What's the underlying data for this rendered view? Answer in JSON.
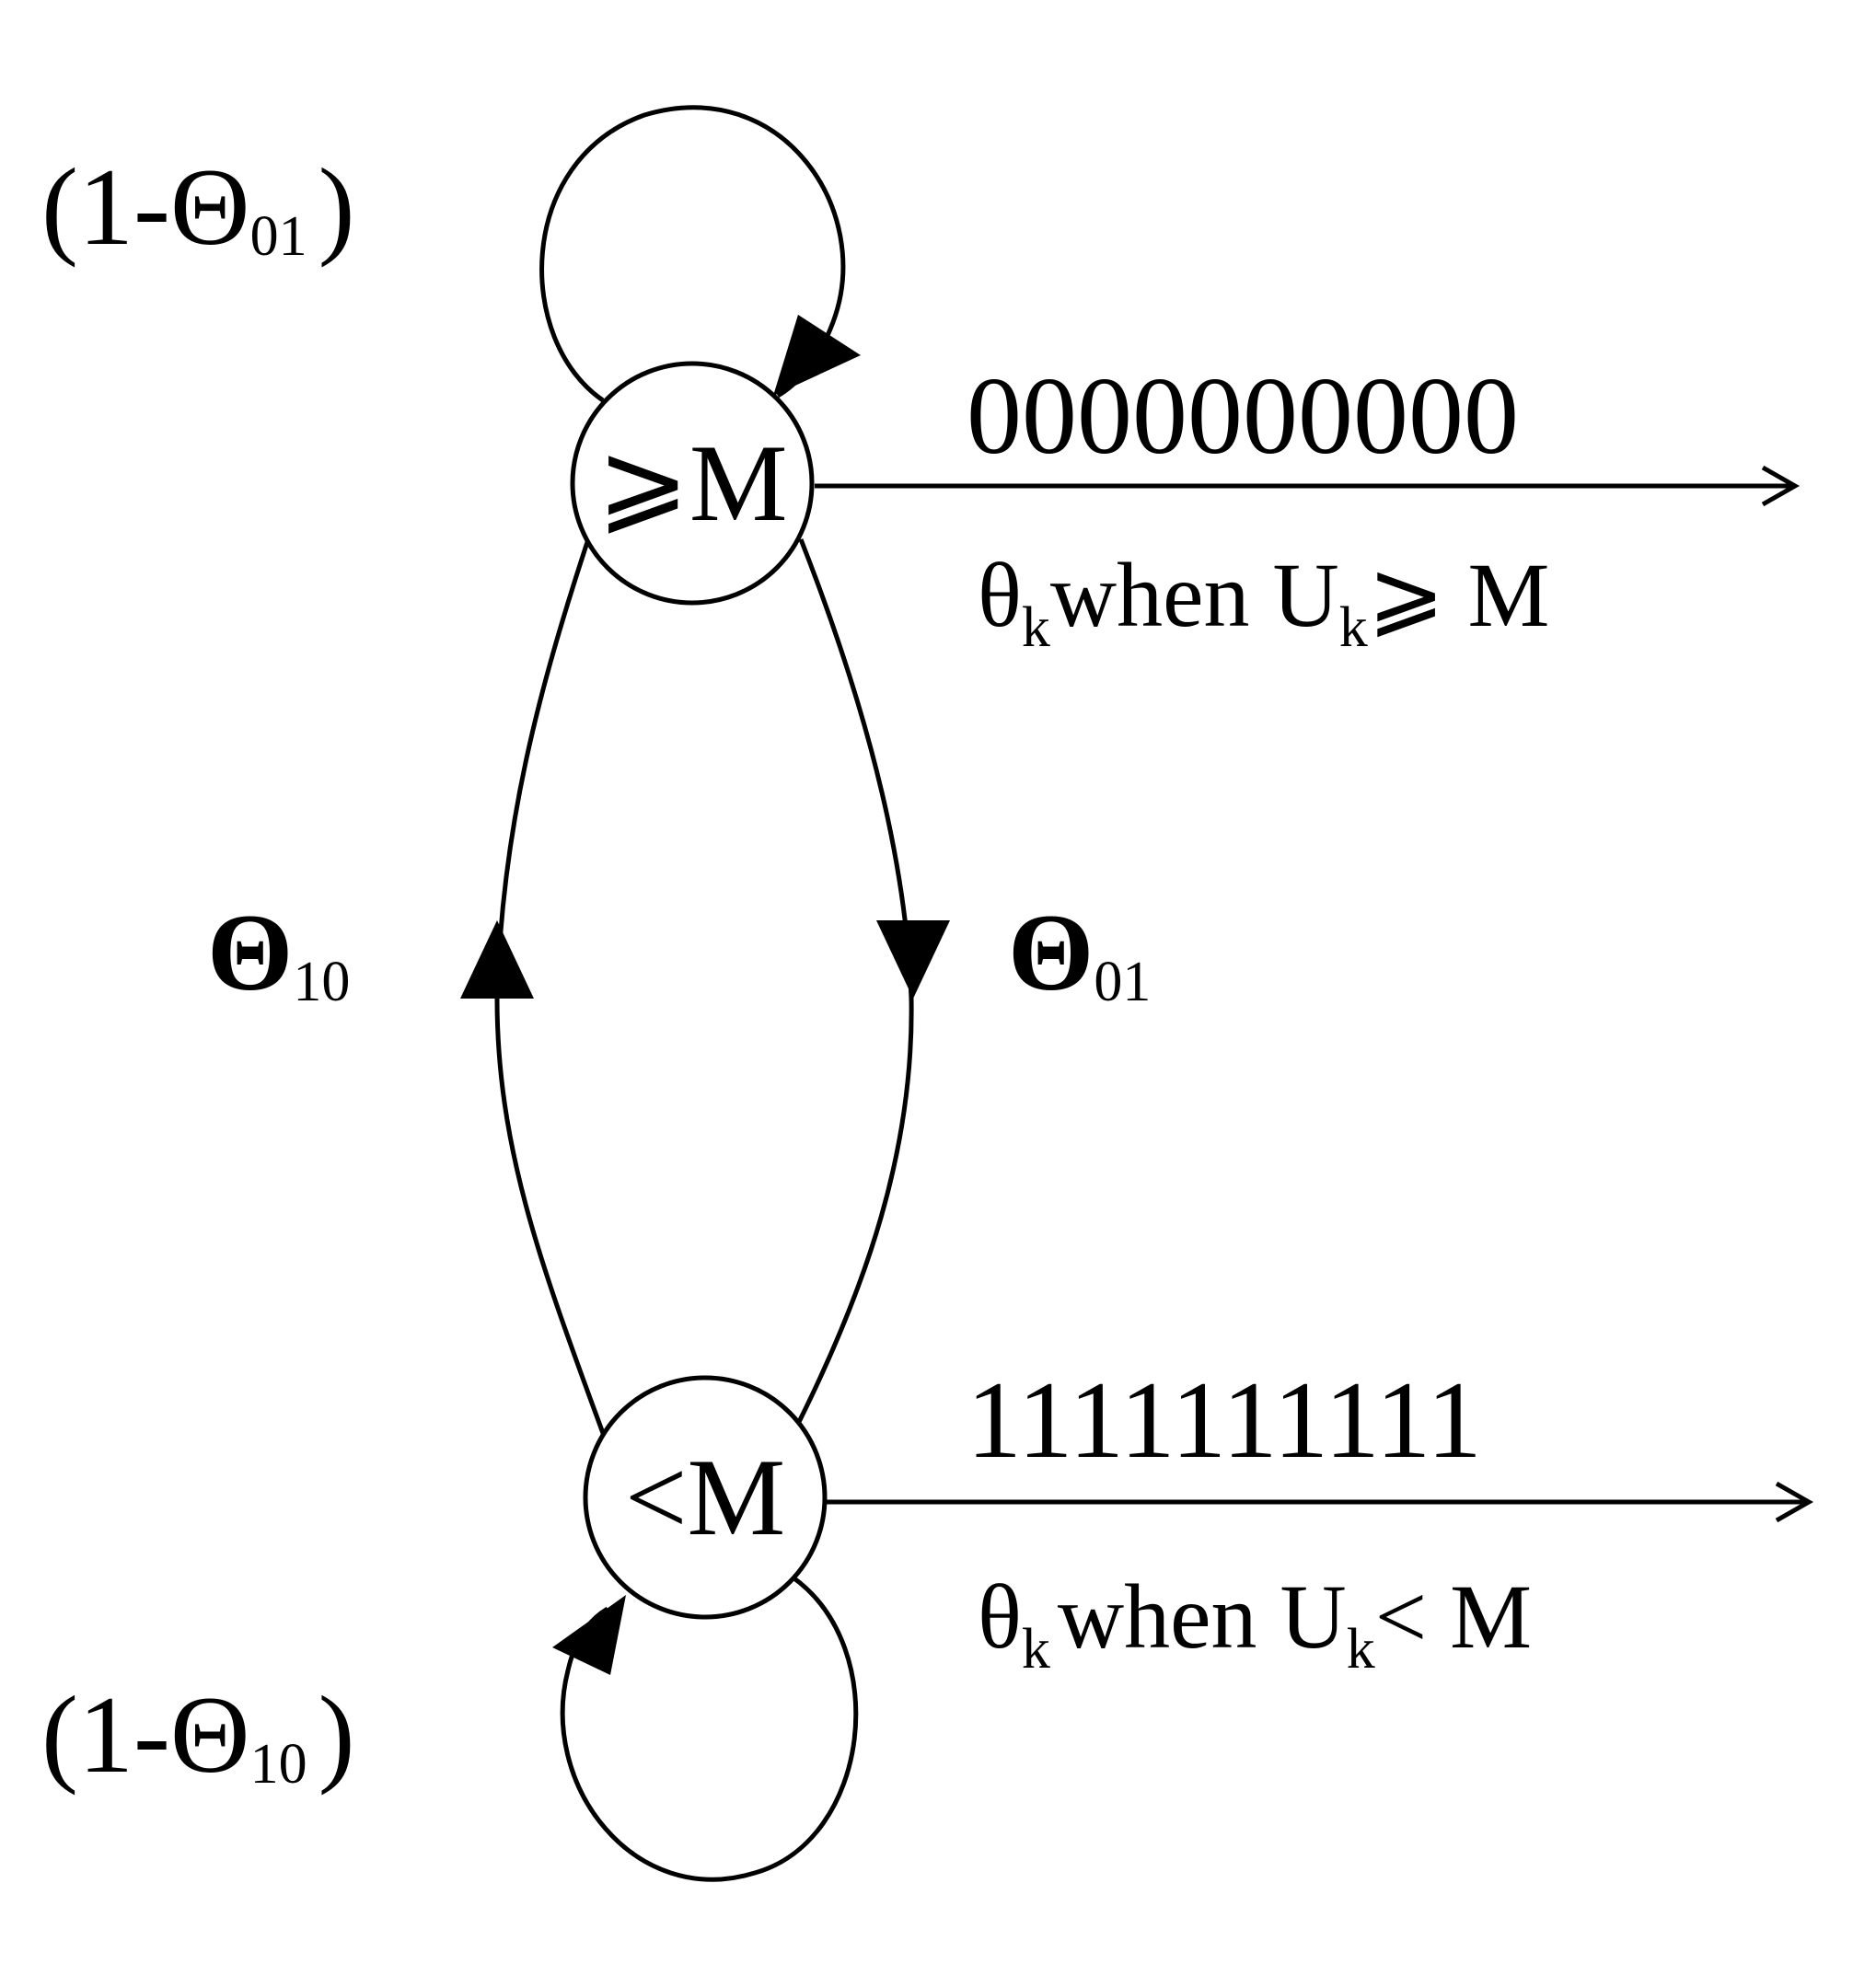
{
  "states": {
    "high": {
      "label": "⩾M"
    },
    "low": {
      "label": "<M"
    }
  },
  "self_loops": {
    "high": {
      "prefix": "(1-Θ",
      "sub": "01",
      "suffix": ")"
    },
    "low": {
      "prefix": "(1-Θ",
      "sub": "10",
      "suffix": ")"
    }
  },
  "transitions": {
    "low_to_high": {
      "symbol": "Θ",
      "sub": "10"
    },
    "high_to_low": {
      "symbol": "Θ",
      "sub": "01"
    }
  },
  "outputs": {
    "high": {
      "sequence": "0000000000",
      "theta": "θ",
      "theta_sub": "k",
      "when_u": "when U",
      "u_sub": "k",
      "condition": "⩾ M"
    },
    "low": {
      "sequence": "1111111111",
      "theta": "θ",
      "theta_sub": "k",
      "when_u": "when U",
      "u_sub": "k",
      "condition": "< M"
    }
  },
  "colors": {
    "stroke": "#000000",
    "background": "#ffffff"
  }
}
